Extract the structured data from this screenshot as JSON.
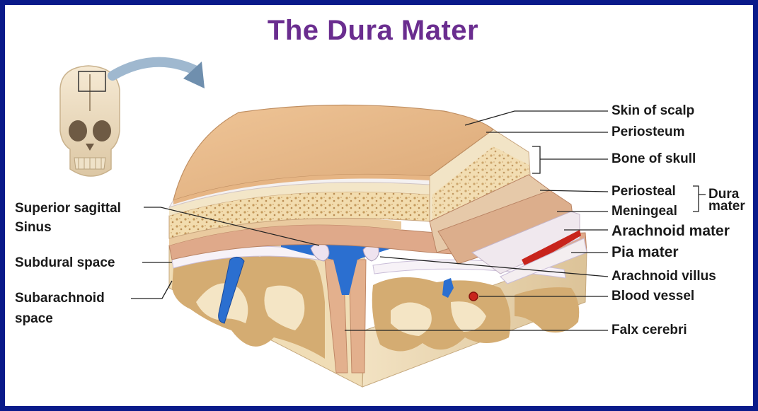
{
  "title": "The Dura Mater",
  "labels_right": {
    "skin_of_scalp": "Skin of scalp",
    "periosteum": "Periosteum",
    "bone_of_skull": "Bone of skull",
    "periosteal": "Periosteal",
    "meningeal": "Meningeal",
    "dura": "Dura",
    "mater": "mater",
    "arachnoid_mater": "Arachnoid mater",
    "pia_mater": "Pia mater",
    "arachnoid_villus": "Arachnoid villus",
    "blood_vessel": "Blood vessel",
    "falx_cerebri": "Falx cerebri"
  },
  "labels_left": {
    "superior_sagittal_1": "Superior sagittal",
    "superior_sagittal_2": "Sinus",
    "subdural_space": "Subdural space",
    "subarachnoid_1": "Subarachnoid",
    "subarachnoid_2": "space"
  },
  "colors": {
    "frame": "#0a1a8a",
    "title": "#6a2d8f",
    "scalp": "#e8b98a",
    "bone": "#f1ddb2",
    "dura": "#dfa98a",
    "brain_gray": "#c9a36a",
    "brain_white": "#f3e4c4",
    "sinus_blue": "#2b6fd0",
    "vessel_red": "#c8241c"
  }
}
